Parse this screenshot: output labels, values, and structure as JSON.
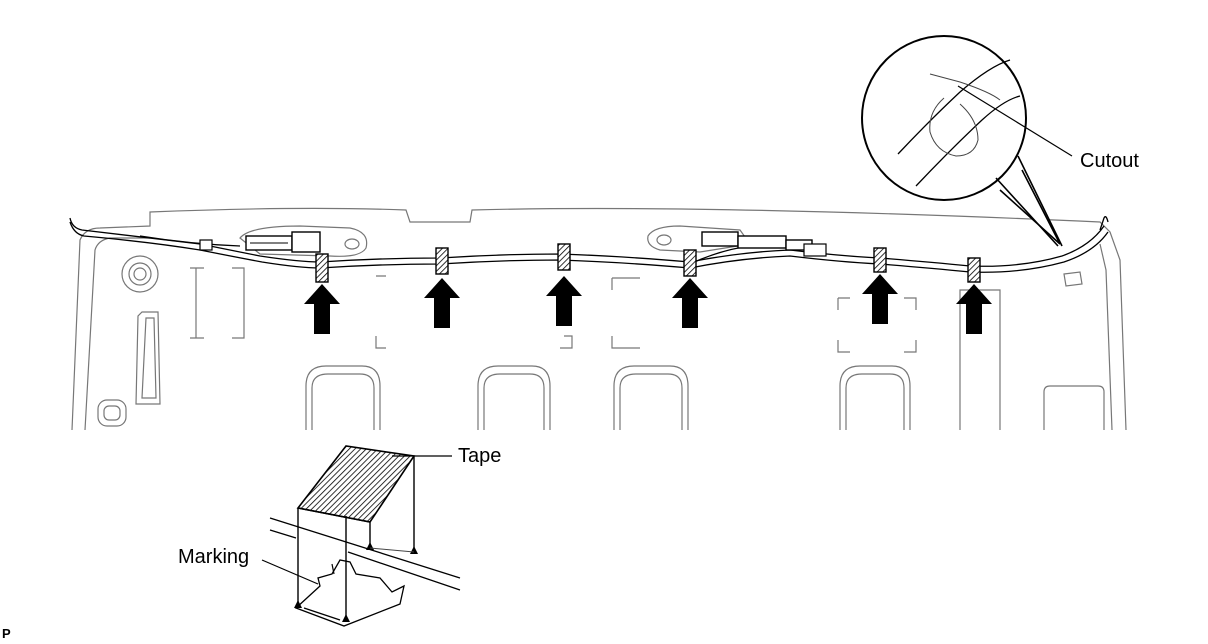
{
  "labels": {
    "cutout": "Cutout",
    "tape": "Tape",
    "marking": "Marking",
    "code": "P"
  },
  "arrow_count": 6,
  "tape_count": 6
}
